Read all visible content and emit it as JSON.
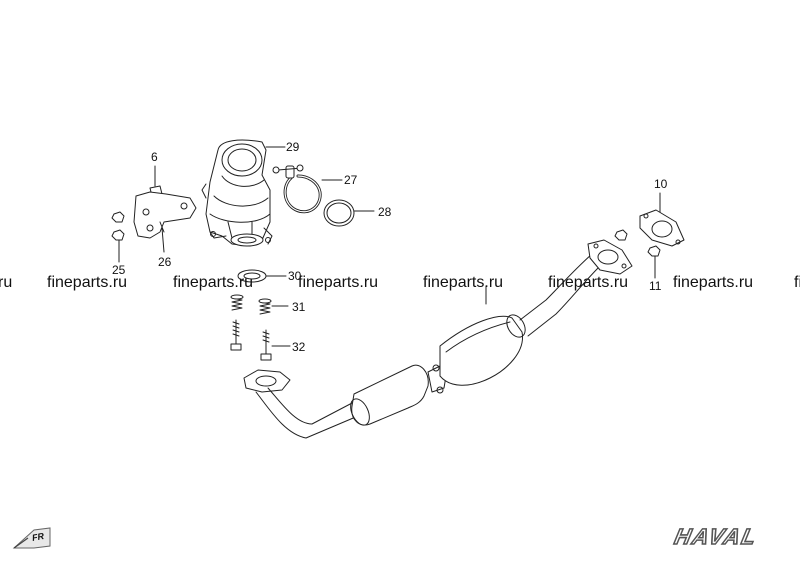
{
  "watermark": {
    "text": "fineparts.ru",
    "edge_left": "ru",
    "edge_right": "fi"
  },
  "callouts": {
    "c6": "6",
    "c10": "10",
    "c11": "11",
    "c25": "25",
    "c26": "26",
    "c27": "27",
    "c28": "28",
    "c29": "29",
    "c30": "30",
    "c31": "31",
    "c32": "32"
  },
  "badge": {
    "fr": "FR"
  },
  "brand": {
    "logo_text": "HAVAL"
  },
  "colors": {
    "line": "#222222",
    "fill": "#ffffff"
  }
}
